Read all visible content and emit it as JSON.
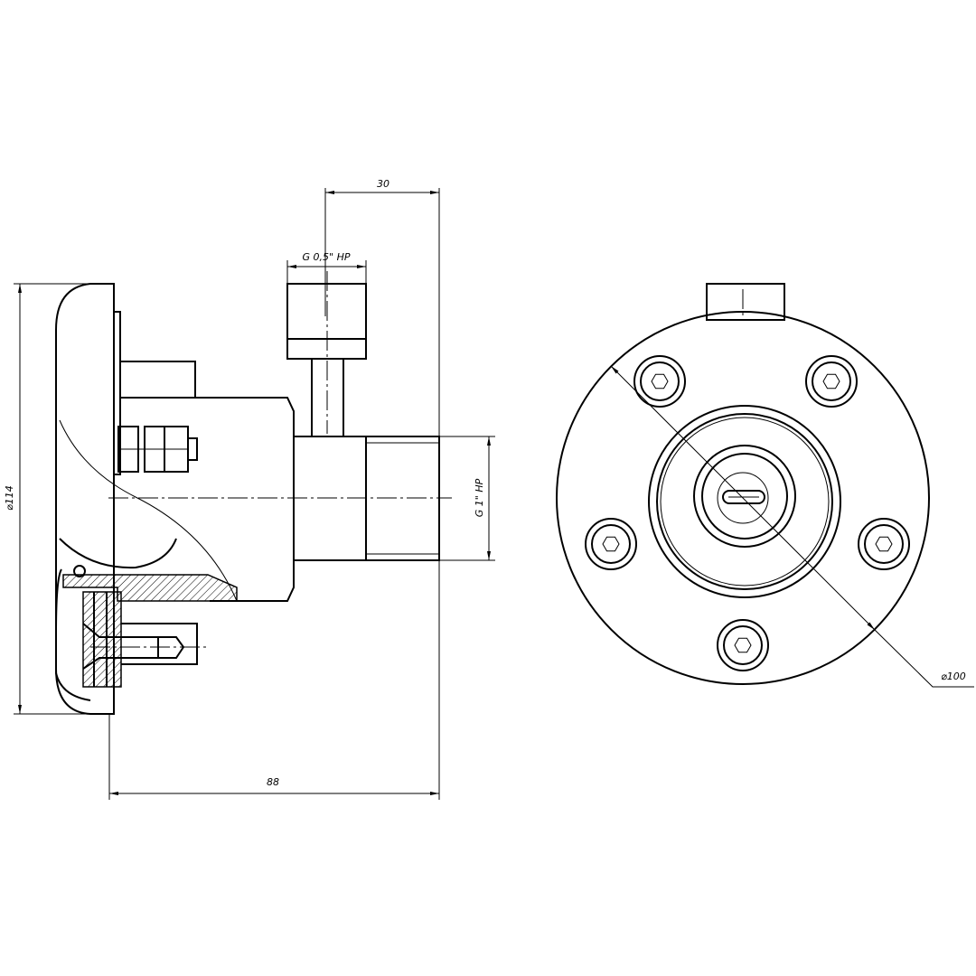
{
  "drawing": {
    "dimensions": {
      "offset_30": "30",
      "thread_small": "G 0,5\" HP",
      "thread_large": "G 1\" HP",
      "diameter_114": "⌀114",
      "length_88": "88",
      "diameter_100": "⌀100"
    },
    "colors": {
      "line": "#000000",
      "background": "#ffffff"
    }
  }
}
